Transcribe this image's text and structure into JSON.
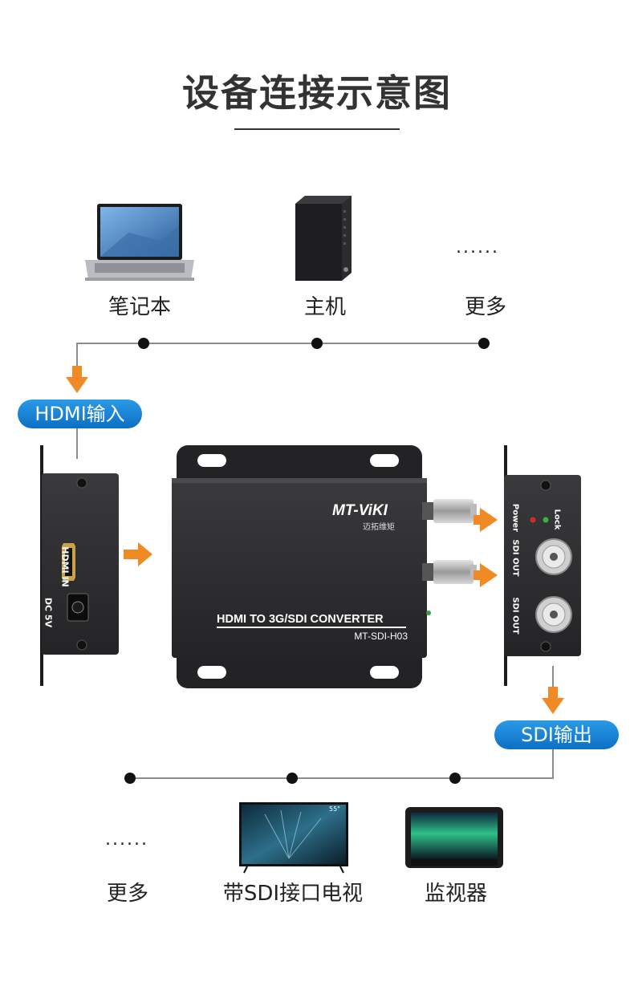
{
  "title": "设备连接示意图",
  "sources": [
    {
      "icon": "laptop-icon",
      "label": "笔记本"
    },
    {
      "icon": "desktop-pc-icon",
      "label": "主机"
    },
    {
      "icon": "ellipsis-icon",
      "dots": "......",
      "label": "更多"
    }
  ],
  "badges": {
    "input": "HDMI输入",
    "output": "SDI输出"
  },
  "device": {
    "brand": "MT-ViKI",
    "brand_cn": "迈拓维矩",
    "product": "HDMI TO 3G/SDI CONVERTER",
    "model": "MT-SDI-H03",
    "left_panel": {
      "hdmi_label": "HDMI IN",
      "dc_label": "DC 5V"
    },
    "right_panel": {
      "power_label": "Power",
      "lock_label": "Lock",
      "sdi_out_1": "SDI OUT",
      "sdi_out_2": "SDI OUT"
    }
  },
  "destinations": [
    {
      "icon": "ellipsis-icon",
      "dots": "......",
      "label": "更多"
    },
    {
      "icon": "tv-icon",
      "label": "带SDI接口电视",
      "screen_size": "55\""
    },
    {
      "icon": "monitor-icon",
      "label": "监视器"
    }
  ],
  "colors": {
    "accent_orange": "#f08a24",
    "badge_blue": "#1a84d6",
    "device_dark": "#2b2b2d",
    "line_gray": "#8c8c8c"
  }
}
